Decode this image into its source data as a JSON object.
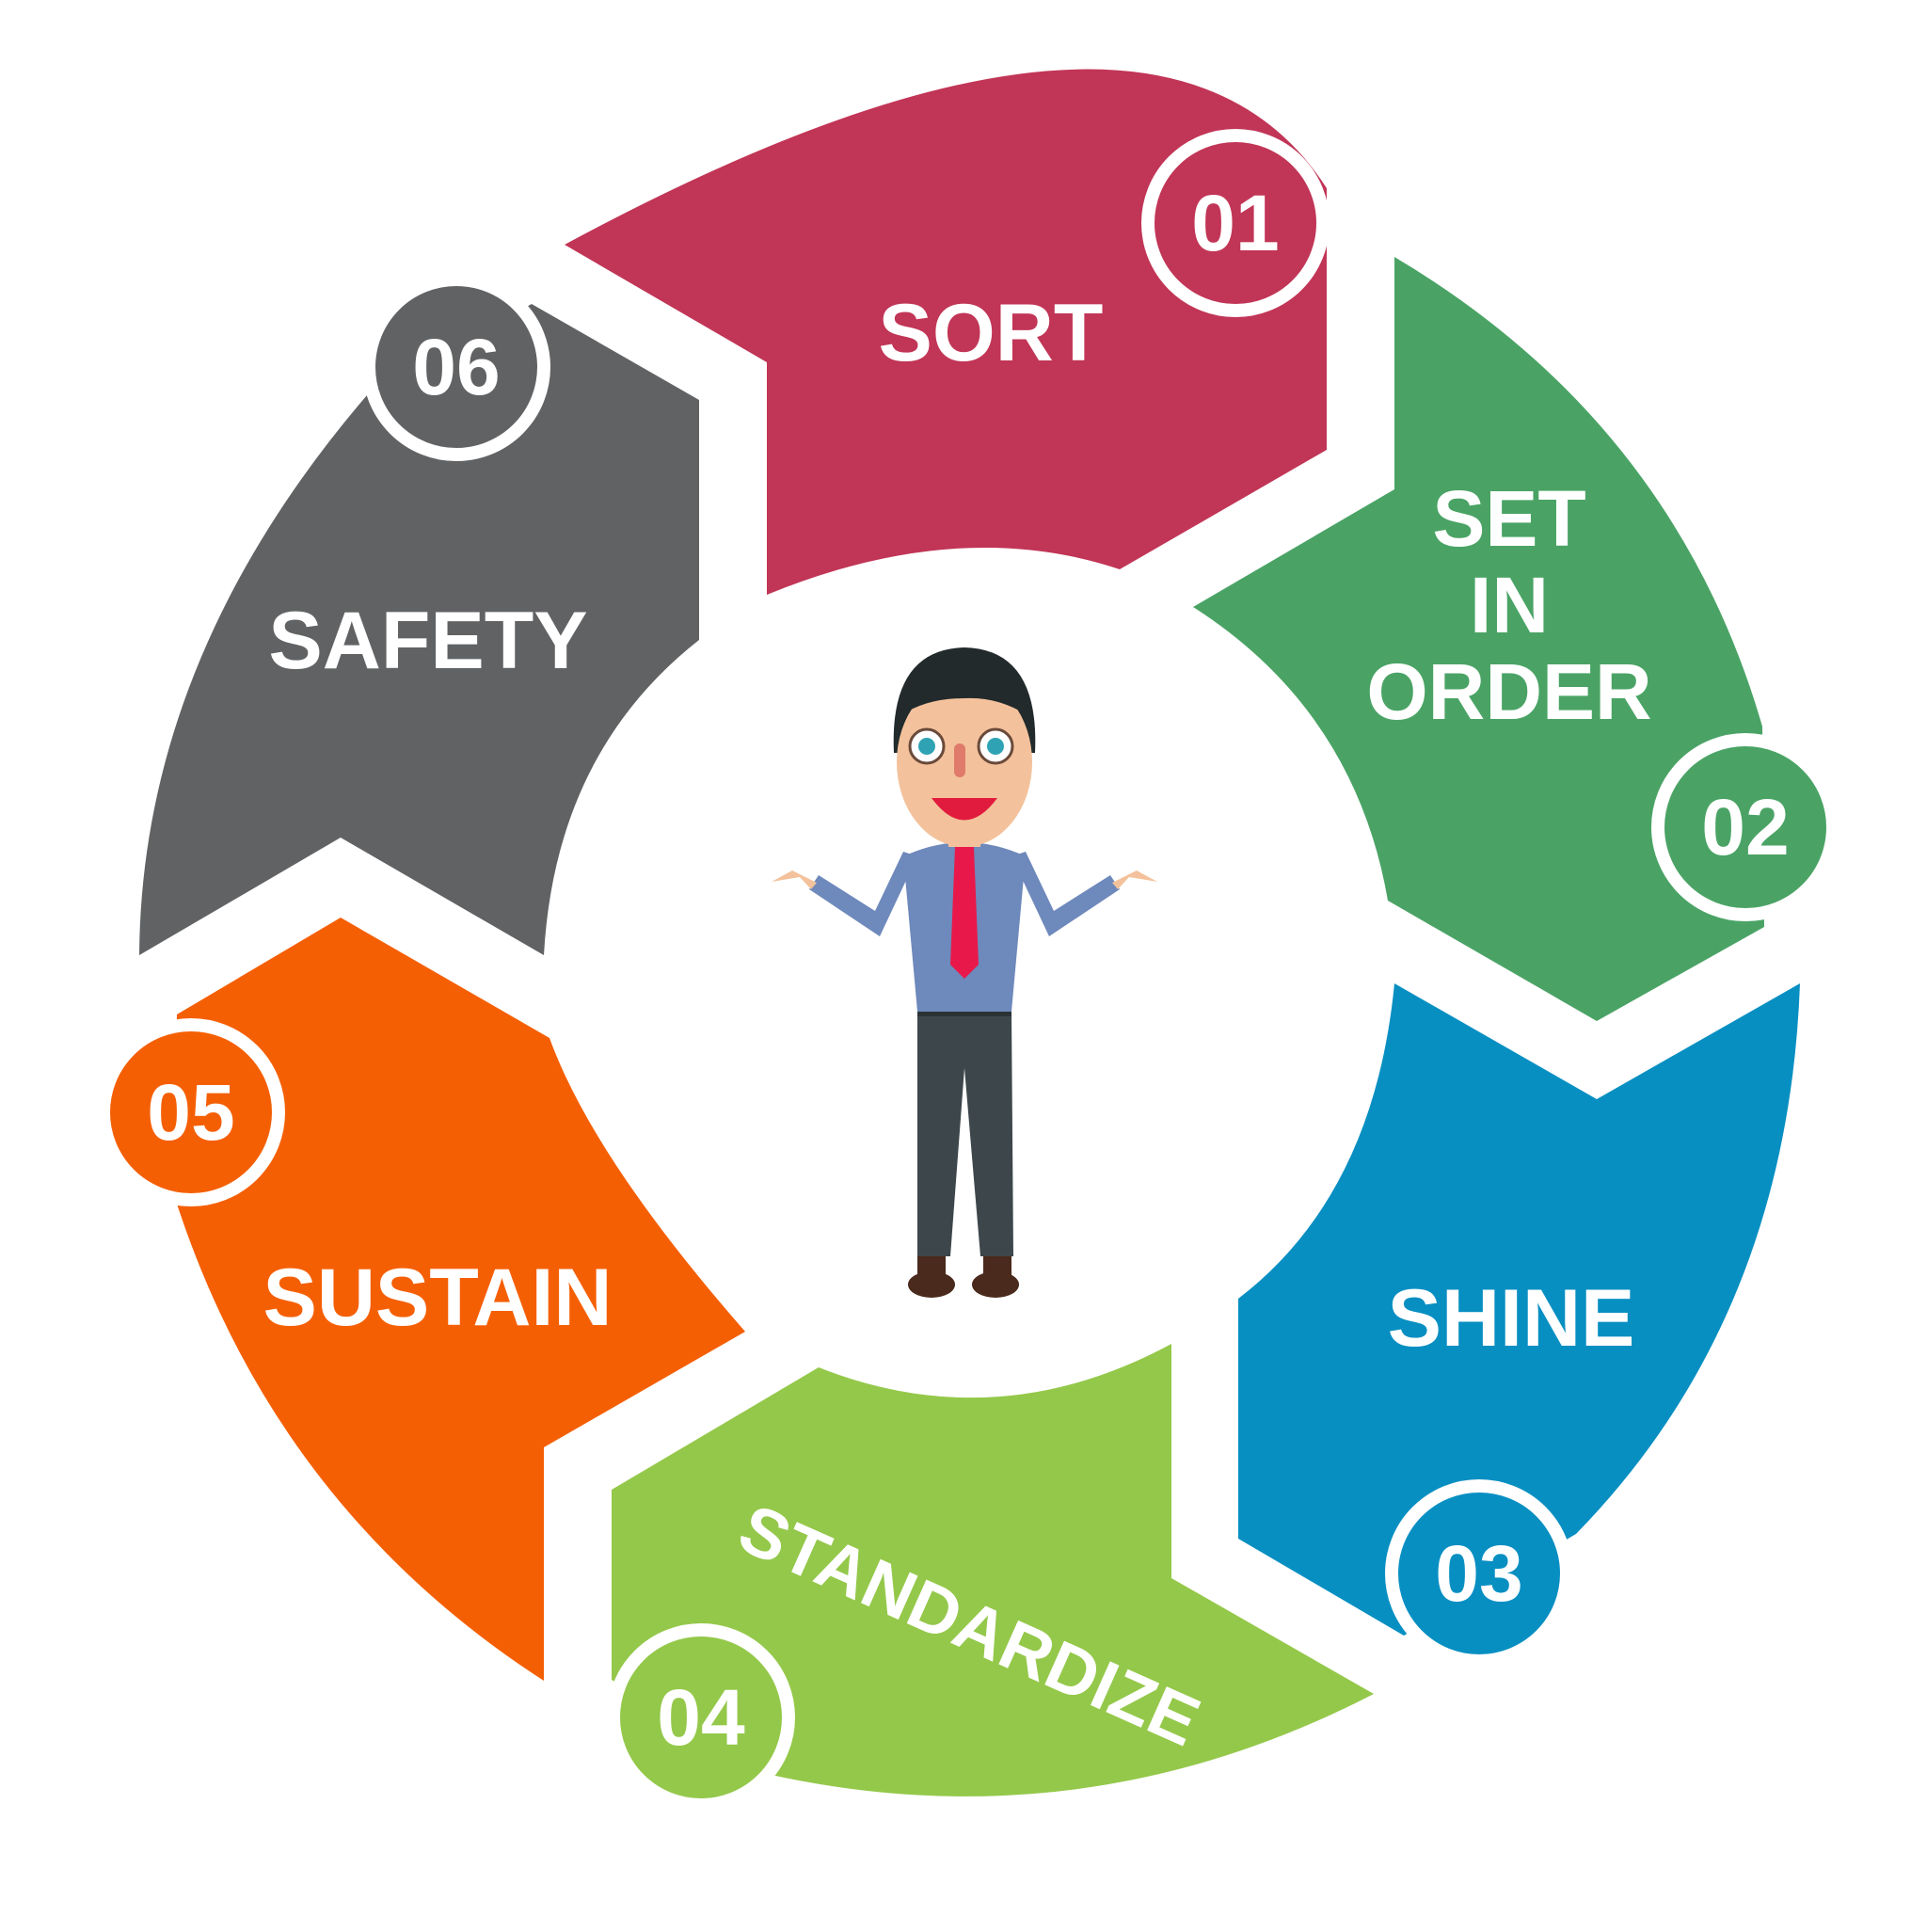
{
  "steps": [
    {
      "number": "01",
      "label_lines": [
        "SORT"
      ],
      "color": "#C13556"
    },
    {
      "number": "02",
      "label_lines": [
        "SET",
        "IN",
        "ORDER"
      ],
      "color": "#4AA365"
    },
    {
      "number": "03",
      "label_lines": [
        "SHINE"
      ],
      "color": "#088FC2"
    },
    {
      "number": "04",
      "label_lines": [
        "STANDARDIZE"
      ],
      "color": "#94C84A"
    },
    {
      "number": "05",
      "label_lines": [
        "SUSTAIN"
      ],
      "color": "#F55F04"
    },
    {
      "number": "06",
      "label_lines": [
        "SAFETY"
      ],
      "color": "#616263"
    }
  ],
  "text_color": "#FFFFFF",
  "figure_colors": {
    "hair": "#222A2C",
    "skin": "#F3C29C",
    "shirt": "#6E89BB",
    "tie": "#E8194A",
    "trousers": "#3D474B",
    "shoes": "#4A2A1C",
    "eye_iris": "#2FA3B4",
    "mouth": "#E11B3D"
  }
}
